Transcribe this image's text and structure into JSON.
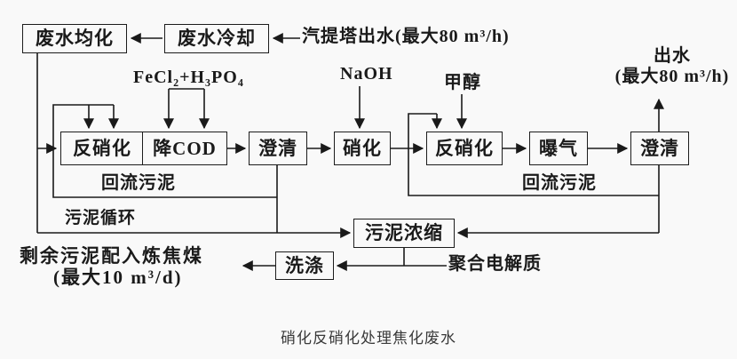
{
  "diagram": {
    "caption": "硝化反硝化处理焦化废水",
    "nodes": {
      "homogenization": "废水均化",
      "cooling": "废水冷却",
      "denitrification1": "反硝化",
      "cod_reduction": "降COD",
      "clarification1": "澄清",
      "nitrification": "硝化",
      "denitrification2": "反硝化",
      "aeration": "曝气",
      "clarification2": "澄清",
      "sludge_thickening": "污泥浓缩",
      "washing": "洗涤"
    },
    "labels": {
      "influent": "汽提塔出水(最大80 m³/h)",
      "fecl2_h3po4": "FeCl₂+H₃PO₄",
      "naoh": "NaOH",
      "methanol": "甲醇",
      "effluent_line1": "出水",
      "effluent_line2": "(最大80 m³/h)",
      "return_sludge1": "回流污泥",
      "return_sludge2": "回流污泥",
      "sludge_cycle": "污泥循环",
      "excess_sludge_line1": "剩余污泥配入炼焦煤",
      "excess_sludge_line2": "(最大10 m³/d)",
      "polyelectrolyte": "聚合电解质"
    },
    "colors": {
      "line": "#1a1a1a",
      "background": "#f9f9f9"
    }
  }
}
